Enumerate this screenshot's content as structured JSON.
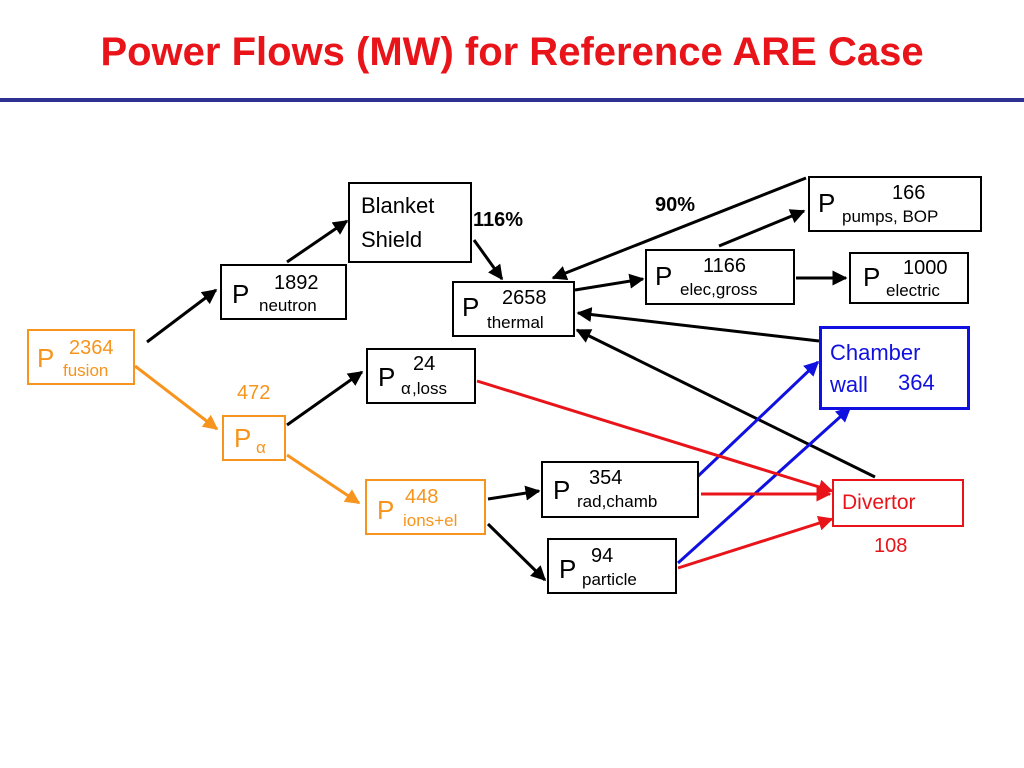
{
  "title": "Power Flows (MW) for Reference ARE Case",
  "p_symbol": "P",
  "alpha": "α",
  "nodes": {
    "fusion": {
      "value": "2364",
      "sub": "fusion"
    },
    "neutron": {
      "value": "1892",
      "sub": "neutron"
    },
    "alpha": {
      "value": "472"
    },
    "alpha_loss": {
      "value": "24",
      "sub": ",loss"
    },
    "ions_el": {
      "value": "448",
      "sub": "ions+el"
    },
    "blanket": {
      "line1": "Blanket",
      "line2": "Shield"
    },
    "thermal": {
      "value": "2658",
      "sub": "thermal"
    },
    "elec_gross": {
      "value": "1166",
      "sub": "elec,gross"
    },
    "electric": {
      "value": "1000",
      "sub": "electric"
    },
    "pumps": {
      "value": "166",
      "sub": "pumps, BOP"
    },
    "chamber": {
      "line1": "Chamber",
      "line2": "wall",
      "value": "364"
    },
    "rad_chamb": {
      "value": "354",
      "sub": "rad,chamb"
    },
    "particle": {
      "value": "94",
      "sub": "particle"
    },
    "divertor": {
      "label": "Divertor",
      "value": "108"
    }
  },
  "annotations": {
    "blanket_gain": "116%",
    "recirc": "90%"
  },
  "colors": {
    "title": "#e8141a",
    "rule": "#2e3192",
    "black": "#000000",
    "orange": "#f7941d",
    "blue": "#1010e0",
    "red": "#e8141a"
  }
}
